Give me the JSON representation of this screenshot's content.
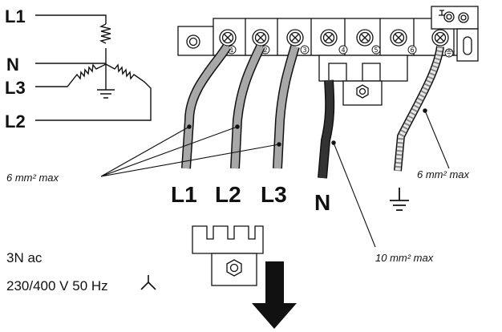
{
  "schematic": {
    "lines": [
      "L1",
      "N",
      "L3",
      "L2"
    ]
  },
  "terminals": {
    "numbers": [
      "1",
      "2",
      "3",
      "4",
      "5",
      "6"
    ]
  },
  "cables": {
    "phase_labels": [
      "L1",
      "L2",
      "L3"
    ],
    "neutral_label": "N"
  },
  "annotations": {
    "phase_max": "6 mm² max",
    "earth_max": "6 mm² max",
    "neutral_max": "10 mm² max"
  },
  "supply": {
    "line1": "3N ac",
    "line2": "230/400 V 50 Hz"
  },
  "colors": {
    "ink": "#111111",
    "cable_grey": "#a8a8a8",
    "neutral_cable": "#333333"
  }
}
